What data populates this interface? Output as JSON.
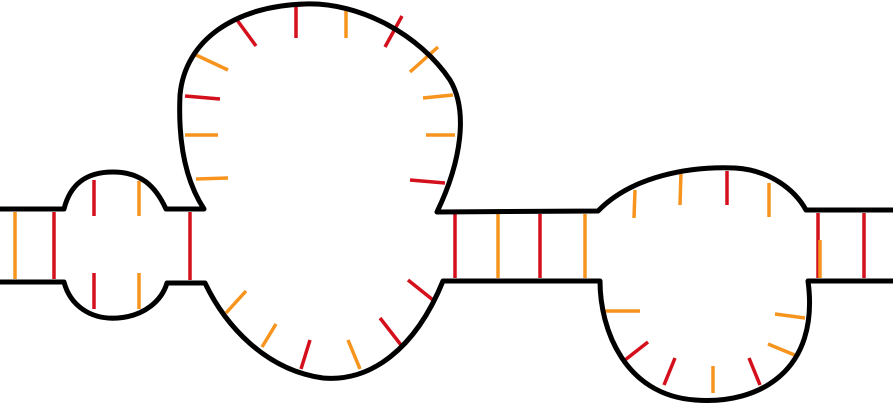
{
  "diagram": {
    "colors": {
      "background": "#ffffff",
      "backbone": "#000000",
      "base_red": "#d4101c",
      "base_orange": "#f7941d"
    },
    "ticks": [
      {
        "id": "stem-left-1",
        "color": "orange"
      },
      {
        "id": "stem-left-2",
        "color": "red"
      },
      {
        "id": "small-loop-top-1",
        "color": "red"
      },
      {
        "id": "small-loop-top-2",
        "color": "orange"
      },
      {
        "id": "small-loop-bottom-1",
        "color": "red"
      },
      {
        "id": "small-loop-bottom-2",
        "color": "orange"
      },
      {
        "id": "stem-mid-left-1",
        "color": "red"
      },
      {
        "id": "big-loop-top-1",
        "color": "orange"
      },
      {
        "id": "big-loop-top-2",
        "color": "red"
      },
      {
        "id": "big-loop-top-3",
        "color": "red"
      },
      {
        "id": "big-loop-top-4",
        "color": "orange"
      },
      {
        "id": "big-loop-top-5",
        "color": "red"
      },
      {
        "id": "big-loop-top-6",
        "color": "orange"
      },
      {
        "id": "big-loop-top-7",
        "color": "red"
      },
      {
        "id": "big-loop-top-8",
        "color": "orange"
      },
      {
        "id": "big-loop-top-9",
        "color": "orange"
      },
      {
        "id": "big-loop-top-10",
        "color": "orange"
      },
      {
        "id": "big-loop-top-11",
        "color": "orange"
      },
      {
        "id": "big-loop-top-12",
        "color": "red"
      },
      {
        "id": "big-loop-bottom-1",
        "color": "orange"
      },
      {
        "id": "big-loop-bottom-2",
        "color": "orange"
      },
      {
        "id": "big-loop-bottom-3",
        "color": "red"
      },
      {
        "id": "big-loop-bottom-4",
        "color": "orange"
      },
      {
        "id": "big-loop-bottom-5",
        "color": "red"
      },
      {
        "id": "big-loop-bottom-6",
        "color": "red"
      },
      {
        "id": "stem-mid-1",
        "color": "red"
      },
      {
        "id": "stem-mid-2",
        "color": "orange"
      },
      {
        "id": "stem-mid-3",
        "color": "red"
      },
      {
        "id": "stem-mid-4",
        "color": "orange"
      },
      {
        "id": "right-loop-top-1",
        "color": "orange"
      },
      {
        "id": "right-loop-top-2",
        "color": "orange"
      },
      {
        "id": "right-loop-top-3",
        "color": "red"
      },
      {
        "id": "right-loop-top-4",
        "color": "orange"
      },
      {
        "id": "right-loop-bottom-1",
        "color": "orange"
      },
      {
        "id": "right-loop-bottom-2",
        "color": "red"
      },
      {
        "id": "right-loop-bottom-3",
        "color": "red"
      },
      {
        "id": "right-loop-bottom-4",
        "color": "orange"
      },
      {
        "id": "right-loop-bottom-5",
        "color": "red"
      },
      {
        "id": "right-loop-bottom-6",
        "color": "orange"
      },
      {
        "id": "right-loop-bottom-7",
        "color": "orange"
      },
      {
        "id": "stem-right-1",
        "color": "red"
      },
      {
        "id": "stem-right-2",
        "color": "orange"
      },
      {
        "id": "stem-right-3",
        "color": "red"
      }
    ]
  }
}
